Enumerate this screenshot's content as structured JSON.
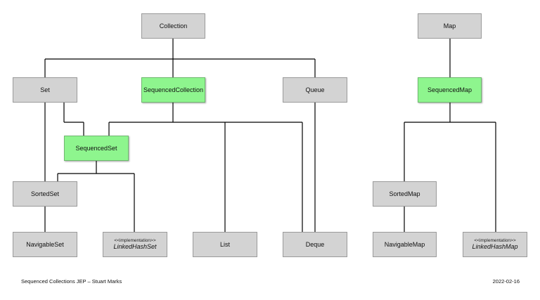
{
  "nodes": {
    "collection": "Collection",
    "map": "Map",
    "set": "Set",
    "sequenced_collection": "SequencedCollection",
    "queue": "Queue",
    "sequenced_map": "SequencedMap",
    "sequenced_set": "SequencedSet",
    "sorted_set": "SortedSet",
    "sorted_map": "SortedMap",
    "navigable_set": "NavigableSet",
    "linked_hash_set": {
      "stereotype": "<<implementation>>",
      "name": "LinkedHashSet"
    },
    "list": "List",
    "deque": "Deque",
    "navigable_map": "NavigableMap",
    "linked_hash_map": {
      "stereotype": "<<implementation>>",
      "name": "LinkedHashMap"
    }
  },
  "highlight_color": "#8ef58e",
  "node_color": "#d3d3d3",
  "footer": {
    "left": "Sequenced Collections JEP – Stuart Marks",
    "right": "2022-02-16"
  }
}
